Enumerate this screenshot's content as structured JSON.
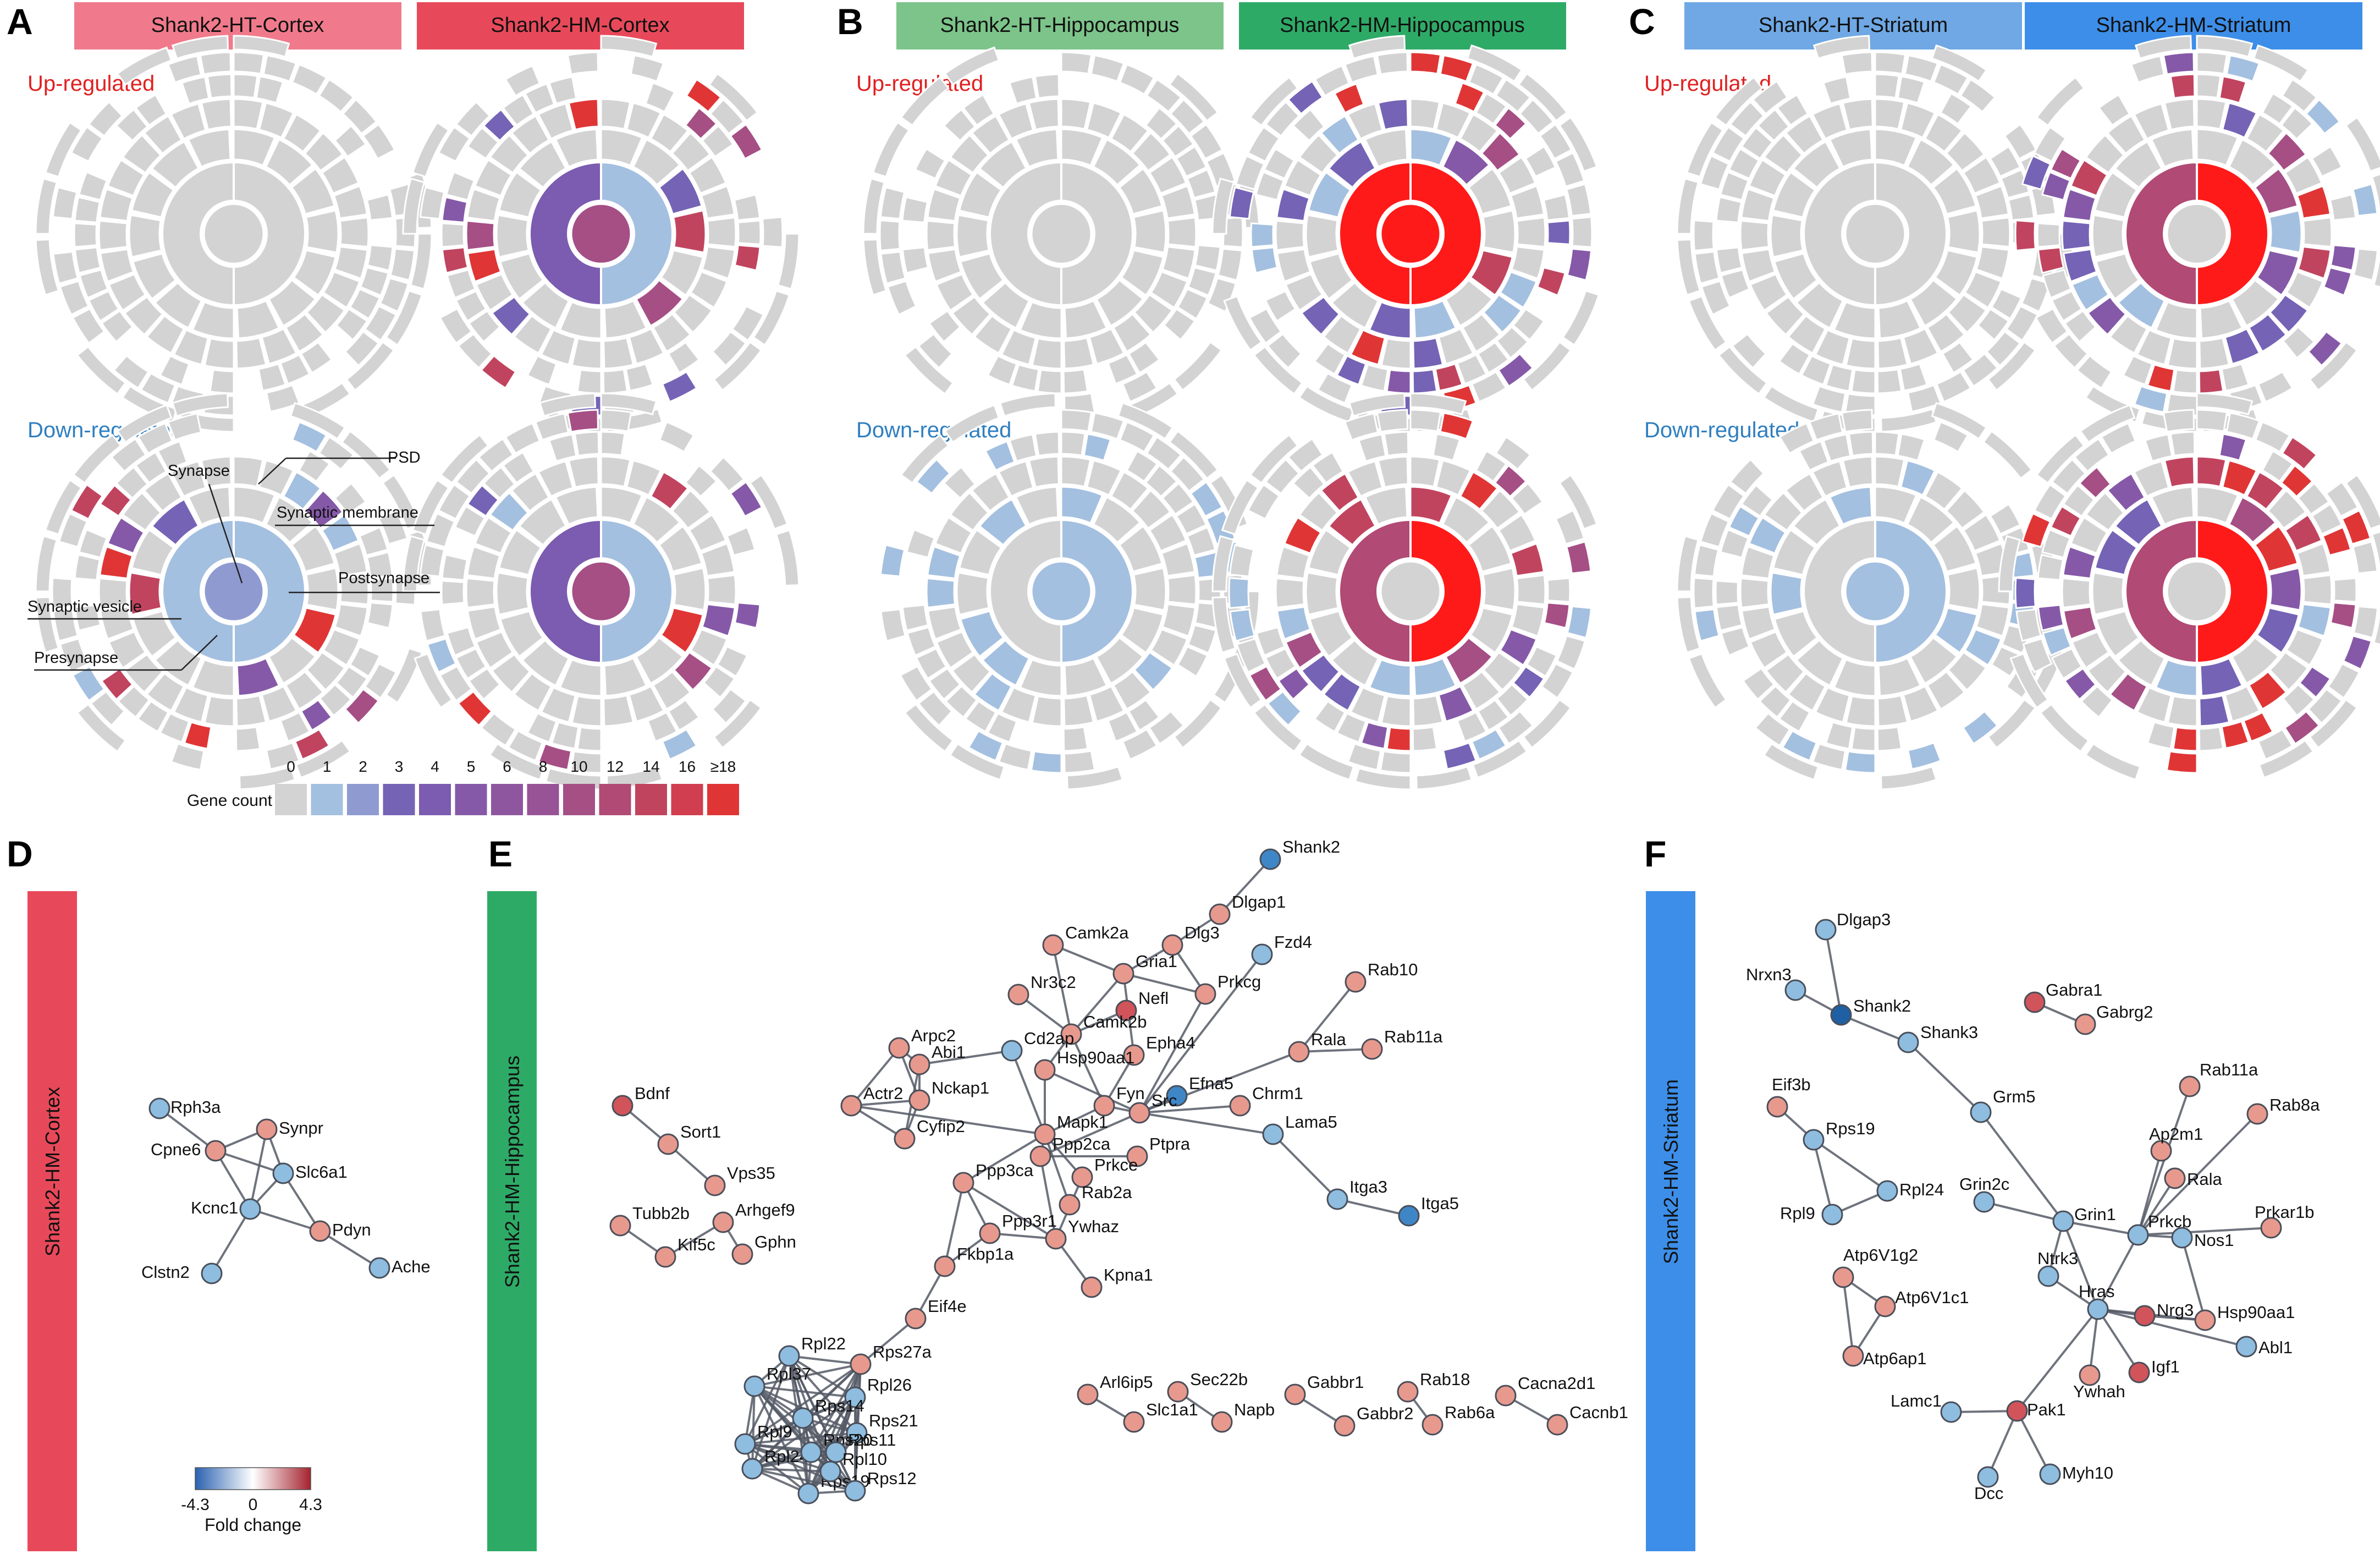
{
  "colors": {
    "ht_cortex": "#f07a8b",
    "hm_cortex": "#e8495a",
    "ht_hippo": "#7cc48a",
    "hm_hippo": "#2eaa67",
    "ht_striatum": "#6fa8e4",
    "hm_striatum": "#3d8ee8",
    "up_label": "#e02020",
    "down_label": "#2f7fc0",
    "grey_segment": "#d3d3d3",
    "node_up": "#e8998e",
    "node_down": "#8ebde0",
    "node_strong_down": "#3f86c6",
    "node_strong_up": "#d1545a",
    "edge": "#555a66"
  },
  "panels": {
    "A": {
      "letter": "A",
      "headers": [
        "Shank2-HT-Cortex",
        "Shank2-HM-Cortex"
      ]
    },
    "B": {
      "letter": "B",
      "headers": [
        "Shank2-HT-Hippocampus",
        "Shank2-HM-Hippocampus"
      ]
    },
    "C": {
      "letter": "C",
      "headers": [
        "Shank2-HT-Striatum",
        "Shank2-HM-Striatum"
      ]
    },
    "D": {
      "letter": "D",
      "bar_label": "Shank2-HM-Cortex"
    },
    "E": {
      "letter": "E",
      "bar_label": "Shank2-HM-Hippocampus"
    },
    "F": {
      "letter": "F",
      "bar_label": "Shank2-HM-Striatum"
    }
  },
  "row_labels": {
    "up": "Up-regulated",
    "down": "Down-regulated"
  },
  "annotations": {
    "psd": "PSD",
    "synapse": "Synapse",
    "synaptic_membrane": "Synaptic membrane",
    "postsynapse": "Postsynapse",
    "synaptic_vesicle": "Synaptic vesicle",
    "presynapse": "Presynapse"
  },
  "gene_count_legend": {
    "title": "Gene count",
    "ticks": [
      "0",
      "1",
      "2",
      "3",
      "4",
      "5",
      "6",
      "8",
      "10",
      "12",
      "14",
      "16",
      "≥18"
    ],
    "colors": [
      "#d3d3d3",
      "#a4c0e0",
      "#8f9bd0",
      "#7563b6",
      "#7b5cb0",
      "#8559a8",
      "#8f56a0",
      "#985296",
      "#a54f85",
      "#b14a74",
      "#c1445f",
      "#d13e4f",
      "#e03535"
    ]
  },
  "fold_change_legend": {
    "title": "Fold change",
    "min": "-4.3",
    "mid": "0",
    "max": "4.3"
  },
  "network_D": {
    "nodes": [
      {
        "id": "Rph3a",
        "c": "down"
      },
      {
        "id": "Synpr",
        "c": "up"
      },
      {
        "id": "Cpne6",
        "c": "up"
      },
      {
        "id": "Slc6a1",
        "c": "down"
      },
      {
        "id": "Kcnc1",
        "c": "down"
      },
      {
        "id": "Pdyn",
        "c": "up"
      },
      {
        "id": "Clstn2",
        "c": "down"
      },
      {
        "id": "Ache",
        "c": "down"
      }
    ]
  },
  "network_E": {
    "nodes": [
      {
        "id": "Shank2",
        "c": "sdown"
      },
      {
        "id": "Dlgap1",
        "c": "up"
      },
      {
        "id": "Fzd4",
        "c": "down"
      },
      {
        "id": "Dlg3",
        "c": "up"
      },
      {
        "id": "Camk2a",
        "c": "up"
      },
      {
        "id": "Gria1",
        "c": "up"
      },
      {
        "id": "Nefl",
        "c": "sup"
      },
      {
        "id": "Prkcg",
        "c": "up"
      },
      {
        "id": "Rab10",
        "c": "up"
      },
      {
        "id": "Nr3c2",
        "c": "up"
      },
      {
        "id": "Camk2b",
        "c": "up"
      },
      {
        "id": "Rala",
        "c": "up"
      },
      {
        "id": "Rab11a",
        "c": "up"
      },
      {
        "id": "Arpc2",
        "c": "up"
      },
      {
        "id": "Abi1",
        "c": "up"
      },
      {
        "id": "Cd2ap",
        "c": "down"
      },
      {
        "id": "Epha4",
        "c": "up"
      },
      {
        "id": "Hsp90aa1",
        "c": "up"
      },
      {
        "id": "Efna5",
        "c": "sdown"
      },
      {
        "id": "Chrm1",
        "c": "up"
      },
      {
        "id": "Actr2",
        "c": "up"
      },
      {
        "id": "Nckap1",
        "c": "up"
      },
      {
        "id": "Fyn",
        "c": "up"
      },
      {
        "id": "Src",
        "c": "up"
      },
      {
        "id": "Lama5",
        "c": "down"
      },
      {
        "id": "Cyfip2",
        "c": "up"
      },
      {
        "id": "Mapk1",
        "c": "up"
      },
      {
        "id": "Ppp2ca",
        "c": "up"
      },
      {
        "id": "Ptpra",
        "c": "up"
      },
      {
        "id": "Prkce",
        "c": "up"
      },
      {
        "id": "Ppp3ca",
        "c": "up"
      },
      {
        "id": "Rab2a",
        "c": "up"
      },
      {
        "id": "Itga3",
        "c": "down"
      },
      {
        "id": "Itga5",
        "c": "sdown"
      },
      {
        "id": "Ppp3r1",
        "c": "up"
      },
      {
        "id": "Ywhaz",
        "c": "up"
      },
      {
        "id": "Fkbp1a",
        "c": "up"
      },
      {
        "id": "Kpna1",
        "c": "up"
      },
      {
        "id": "Eif4e",
        "c": "up"
      },
      {
        "id": "Bdnf",
        "c": "sup"
      },
      {
        "id": "Sort1",
        "c": "up"
      },
      {
        "id": "Vps35",
        "c": "up"
      },
      {
        "id": "Tubb2b",
        "c": "up"
      },
      {
        "id": "Arhgef9",
        "c": "up"
      },
      {
        "id": "Kif5c",
        "c": "up"
      },
      {
        "id": "Gphn",
        "c": "up"
      },
      {
        "id": "Rps27a",
        "c": "up"
      },
      {
        "id": "Rpl22",
        "c": "down"
      },
      {
        "id": "Rpl37",
        "c": "down"
      },
      {
        "id": "Rpl26",
        "c": "down"
      },
      {
        "id": "Rps21",
        "c": "down"
      },
      {
        "id": "Rpl9",
        "c": "down"
      },
      {
        "id": "Rpl24",
        "c": "down"
      },
      {
        "id": "Rps19",
        "c": "down"
      },
      {
        "id": "Rps12",
        "c": "down"
      },
      {
        "id": "Rps14",
        "c": "down"
      },
      {
        "id": "Rps20",
        "c": "down"
      },
      {
        "id": "Rps11",
        "c": "down"
      },
      {
        "id": "Rpl10",
        "c": "down"
      },
      {
        "id": "Arl6ip5",
        "c": "up"
      },
      {
        "id": "Slc1a1",
        "c": "up"
      },
      {
        "id": "Sec22b",
        "c": "up"
      },
      {
        "id": "Napb",
        "c": "up"
      },
      {
        "id": "Gabbr1",
        "c": "up"
      },
      {
        "id": "Gabbr2",
        "c": "up"
      },
      {
        "id": "Rab18",
        "c": "up"
      },
      {
        "id": "Rab6a",
        "c": "up"
      },
      {
        "id": "Cacna2d1",
        "c": "up"
      },
      {
        "id": "Cacnb1",
        "c": "up"
      }
    ]
  },
  "network_F": {
    "nodes": [
      {
        "id": "Dlgap3",
        "c": "down"
      },
      {
        "id": "Nrxn3",
        "c": "down"
      },
      {
        "id": "Shank2",
        "c": "vdown"
      },
      {
        "id": "Shank3",
        "c": "down"
      },
      {
        "id": "Gabra1",
        "c": "sup"
      },
      {
        "id": "Gabrg2",
        "c": "up"
      },
      {
        "id": "Eif3b",
        "c": "up"
      },
      {
        "id": "Rps19",
        "c": "down"
      },
      {
        "id": "Rpl24",
        "c": "down"
      },
      {
        "id": "Rpl9",
        "c": "down"
      },
      {
        "id": "Grm5",
        "c": "down"
      },
      {
        "id": "Rab11a",
        "c": "up"
      },
      {
        "id": "Rab8a",
        "c": "up"
      },
      {
        "id": "Ap2m1",
        "c": "up"
      },
      {
        "id": "Rala",
        "c": "up"
      },
      {
        "id": "Grin2c",
        "c": "down"
      },
      {
        "id": "Grin1",
        "c": "down"
      },
      {
        "id": "Prkcb",
        "c": "down"
      },
      {
        "id": "Prkar1b",
        "c": "up"
      },
      {
        "id": "Nos1",
        "c": "down"
      },
      {
        "id": "Atp6V1g2",
        "c": "up"
      },
      {
        "id": "Atp6V1c1",
        "c": "up"
      },
      {
        "id": "Atp6ap1",
        "c": "up"
      },
      {
        "id": "Ntrk3",
        "c": "down"
      },
      {
        "id": "Hras",
        "c": "down"
      },
      {
        "id": "Nrg3",
        "c": "sup"
      },
      {
        "id": "Hsp90aa1",
        "c": "up"
      },
      {
        "id": "Abl1",
        "c": "down"
      },
      {
        "id": "Igf1",
        "c": "sup"
      },
      {
        "id": "Ywhah",
        "c": "up"
      },
      {
        "id": "Lamc1",
        "c": "down"
      },
      {
        "id": "Pak1",
        "c": "sup"
      },
      {
        "id": "Dcc",
        "c": "down"
      },
      {
        "id": "Myh10",
        "c": "down"
      }
    ]
  }
}
